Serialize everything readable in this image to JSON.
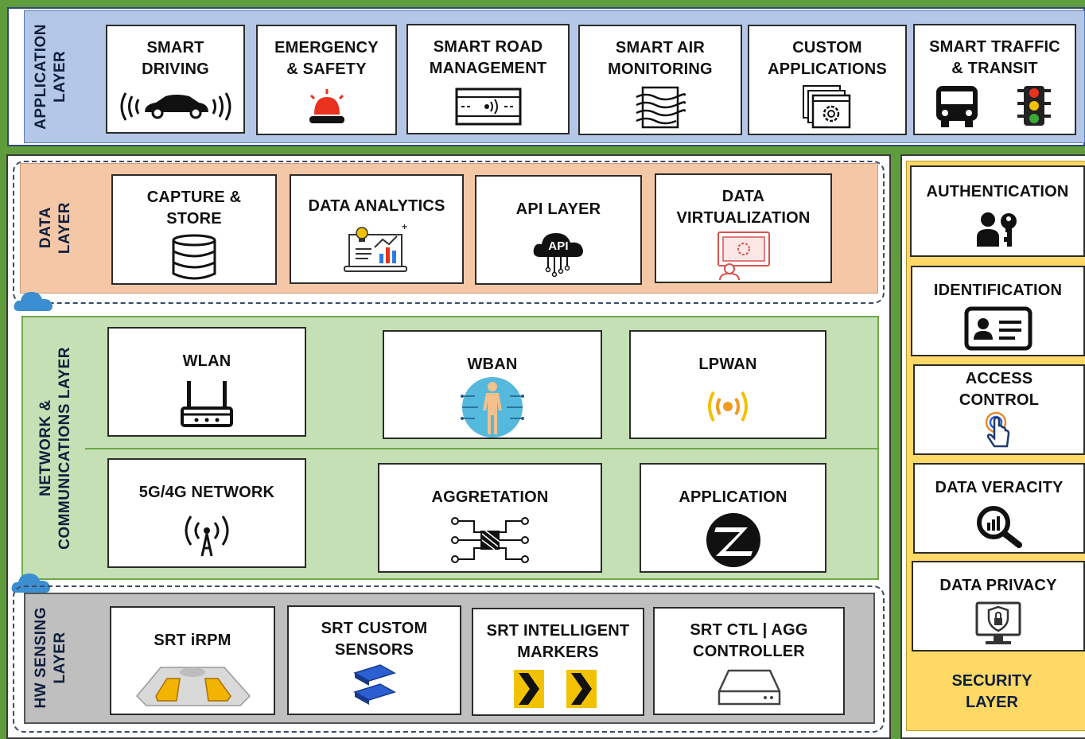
{
  "application_layer": {
    "label": "APPLICATION\nLAYER",
    "items": [
      {
        "title": "SMART\nDRIVING",
        "icon": "car-signal-icon"
      },
      {
        "title": "EMERGENCY\n& SAFETY",
        "icon": "siren-icon"
      },
      {
        "title": "SMART ROAD\nMANAGEMENT",
        "icon": "road-sensor-icon"
      },
      {
        "title": "SMART AIR\nMONITORING",
        "icon": "air-document-icon"
      },
      {
        "title": "CUSTOM\nAPPLICATIONS",
        "icon": "settings-window-icon"
      },
      {
        "title": "SMART TRAFFIC\n& TRANSIT",
        "icon": "bus-traffic-light-icon"
      }
    ]
  },
  "data_layer": {
    "label": "DATA\nLAYER",
    "items": [
      {
        "title": "CAPTURE &\nSTORE",
        "icon": "database-icon"
      },
      {
        "title": "DATA ANALYTICS",
        "icon": "analytics-laptop-icon"
      },
      {
        "title": "API LAYER",
        "icon": "api-cloud-icon",
        "icon_text": "API"
      },
      {
        "title": "DATA\nVIRTUALIZATION",
        "icon": "virtualization-icon"
      }
    ]
  },
  "network_layer": {
    "label": "NETWORK &\nCOMMUNICATIONS LAYER",
    "items": [
      {
        "title": "WLAN",
        "icon": "router-icon"
      },
      {
        "title": "WBAN",
        "icon": "body-network-icon"
      },
      {
        "title": "LPWAN",
        "icon": "signal-waves-icon"
      },
      {
        "title": "5G/4G NETWORK",
        "icon": "antenna-icon"
      },
      {
        "title": "AGGRETATION",
        "icon": "aggregation-chip-icon"
      },
      {
        "title": "APPLICATION",
        "icon": "zigbee-icon"
      }
    ]
  },
  "hw_layer": {
    "label": "HW SENSING\nLAYER",
    "items": [
      {
        "title": "SRT iRPM",
        "icon": "road-stud-icon"
      },
      {
        "title": "SRT CUSTOM\nSENSORS",
        "icon": "sensor-chips-icon"
      },
      {
        "title": "SRT INTELLIGENT\nMARKERS",
        "icon": "chevron-markers-icon"
      },
      {
        "title": "SRT CTL | AGG\nCONTROLLER",
        "icon": "controller-box-icon"
      }
    ]
  },
  "security_layer": {
    "label": "SECURITY\nLAYER",
    "items": [
      {
        "title": "AUTHENTICATION",
        "icon": "user-key-icon"
      },
      {
        "title": "IDENTIFICATION",
        "icon": "id-card-icon"
      },
      {
        "title": "ACCESS\nCONTROL",
        "icon": "fingerprint-touch-icon"
      },
      {
        "title": "DATA VERACITY",
        "icon": "magnify-chart-icon"
      },
      {
        "title": "DATA PRIVACY",
        "icon": "monitor-lock-icon"
      }
    ]
  },
  "colors": {
    "background_green": "#5f9d3c",
    "application_blue": "#b4c7e7",
    "data_peach": "#f4c7a7",
    "network_green": "#c5e0b4",
    "hw_gray": "#bfbfbf",
    "security_yellow": "#ffd966"
  }
}
